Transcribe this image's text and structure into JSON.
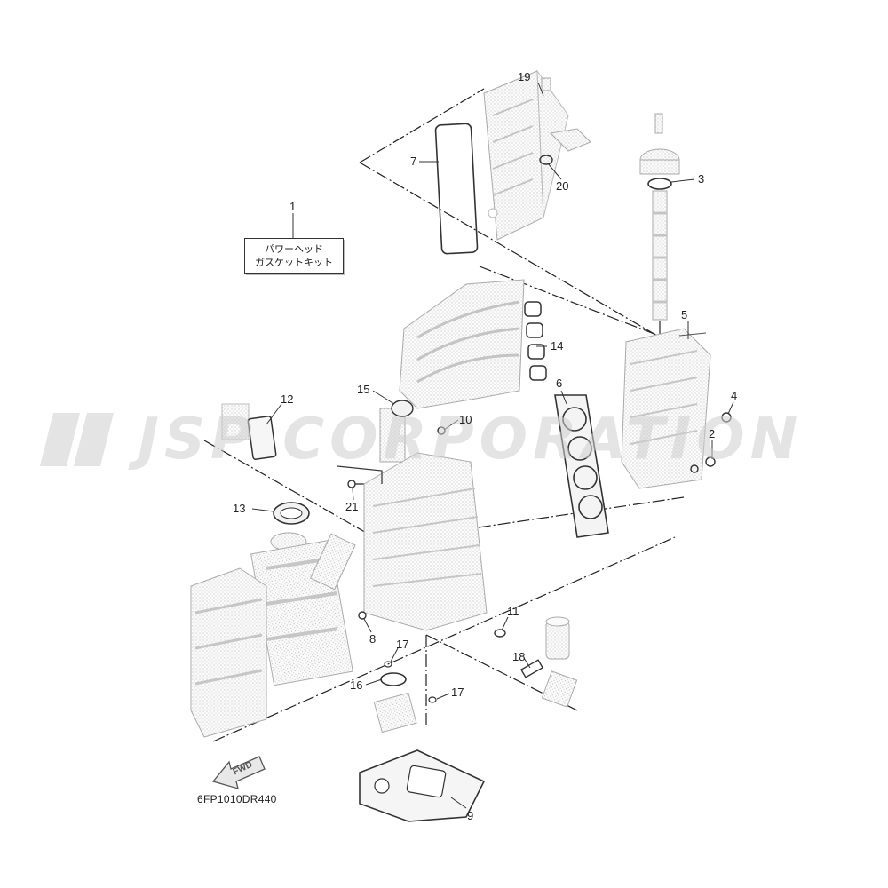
{
  "watermark": {
    "text": "JSP CORPORATION"
  },
  "kit_label": {
    "line1": "パワーヘッド",
    "line2": "ガスケットキット"
  },
  "drawing_code": "6FP1010DR440",
  "fwd_arrow": {
    "label": "FWD"
  },
  "callouts": {
    "c1": "1",
    "c2": "2",
    "c3": "3",
    "c4": "4",
    "c5": "5",
    "c6": "6",
    "c7": "7",
    "c8": "8",
    "c9": "9",
    "c10": "10",
    "c11": "11",
    "c12": "12",
    "c13": "13",
    "c14": "14",
    "c15": "15",
    "c16": "16",
    "c17a": "17",
    "c17b": "17",
    "c18": "18",
    "c19": "19",
    "c20": "20",
    "c21": "21"
  }
}
